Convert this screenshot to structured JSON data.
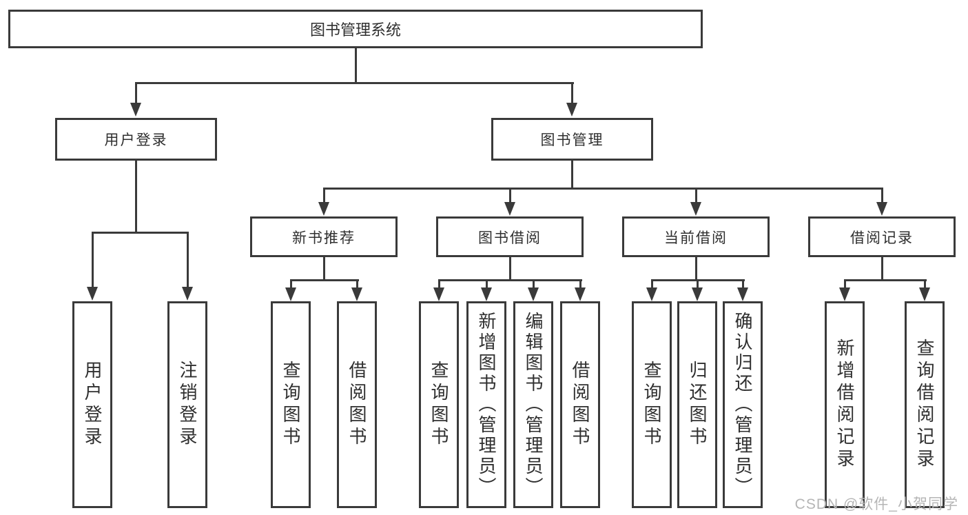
{
  "colors": {
    "line": "#3a3a3a",
    "text": "#2f2f2f",
    "watermark": "#b5b5b5",
    "bg": "#ffffff"
  },
  "tree": {
    "label": "图书管理系统",
    "children": [
      {
        "label": "用户登录",
        "children": [
          {
            "label": "用户登录"
          },
          {
            "label": "注销登录"
          }
        ]
      },
      {
        "label": "图书管理",
        "children": [
          {
            "label": "新书推荐",
            "children": [
              {
                "label": "查询图书"
              },
              {
                "label": "借阅图书"
              }
            ]
          },
          {
            "label": "图书借阅",
            "children": [
              {
                "label": "查询图书"
              },
              {
                "label": "新增图书（管理员）"
              },
              {
                "label": "编辑图书（管理员）"
              },
              {
                "label": "借阅图书"
              }
            ]
          },
          {
            "label": "当前借阅",
            "children": [
              {
                "label": "查询图书"
              },
              {
                "label": "归还图书"
              },
              {
                "label": "确认归还（管理员）"
              }
            ]
          },
          {
            "label": "借阅记录",
            "children": [
              {
                "label": "新增借阅记录"
              },
              {
                "label": "查询借阅记录"
              }
            ]
          }
        ]
      }
    ]
  },
  "watermark": {
    "text": "CSDN @软件_小贺同学"
  }
}
